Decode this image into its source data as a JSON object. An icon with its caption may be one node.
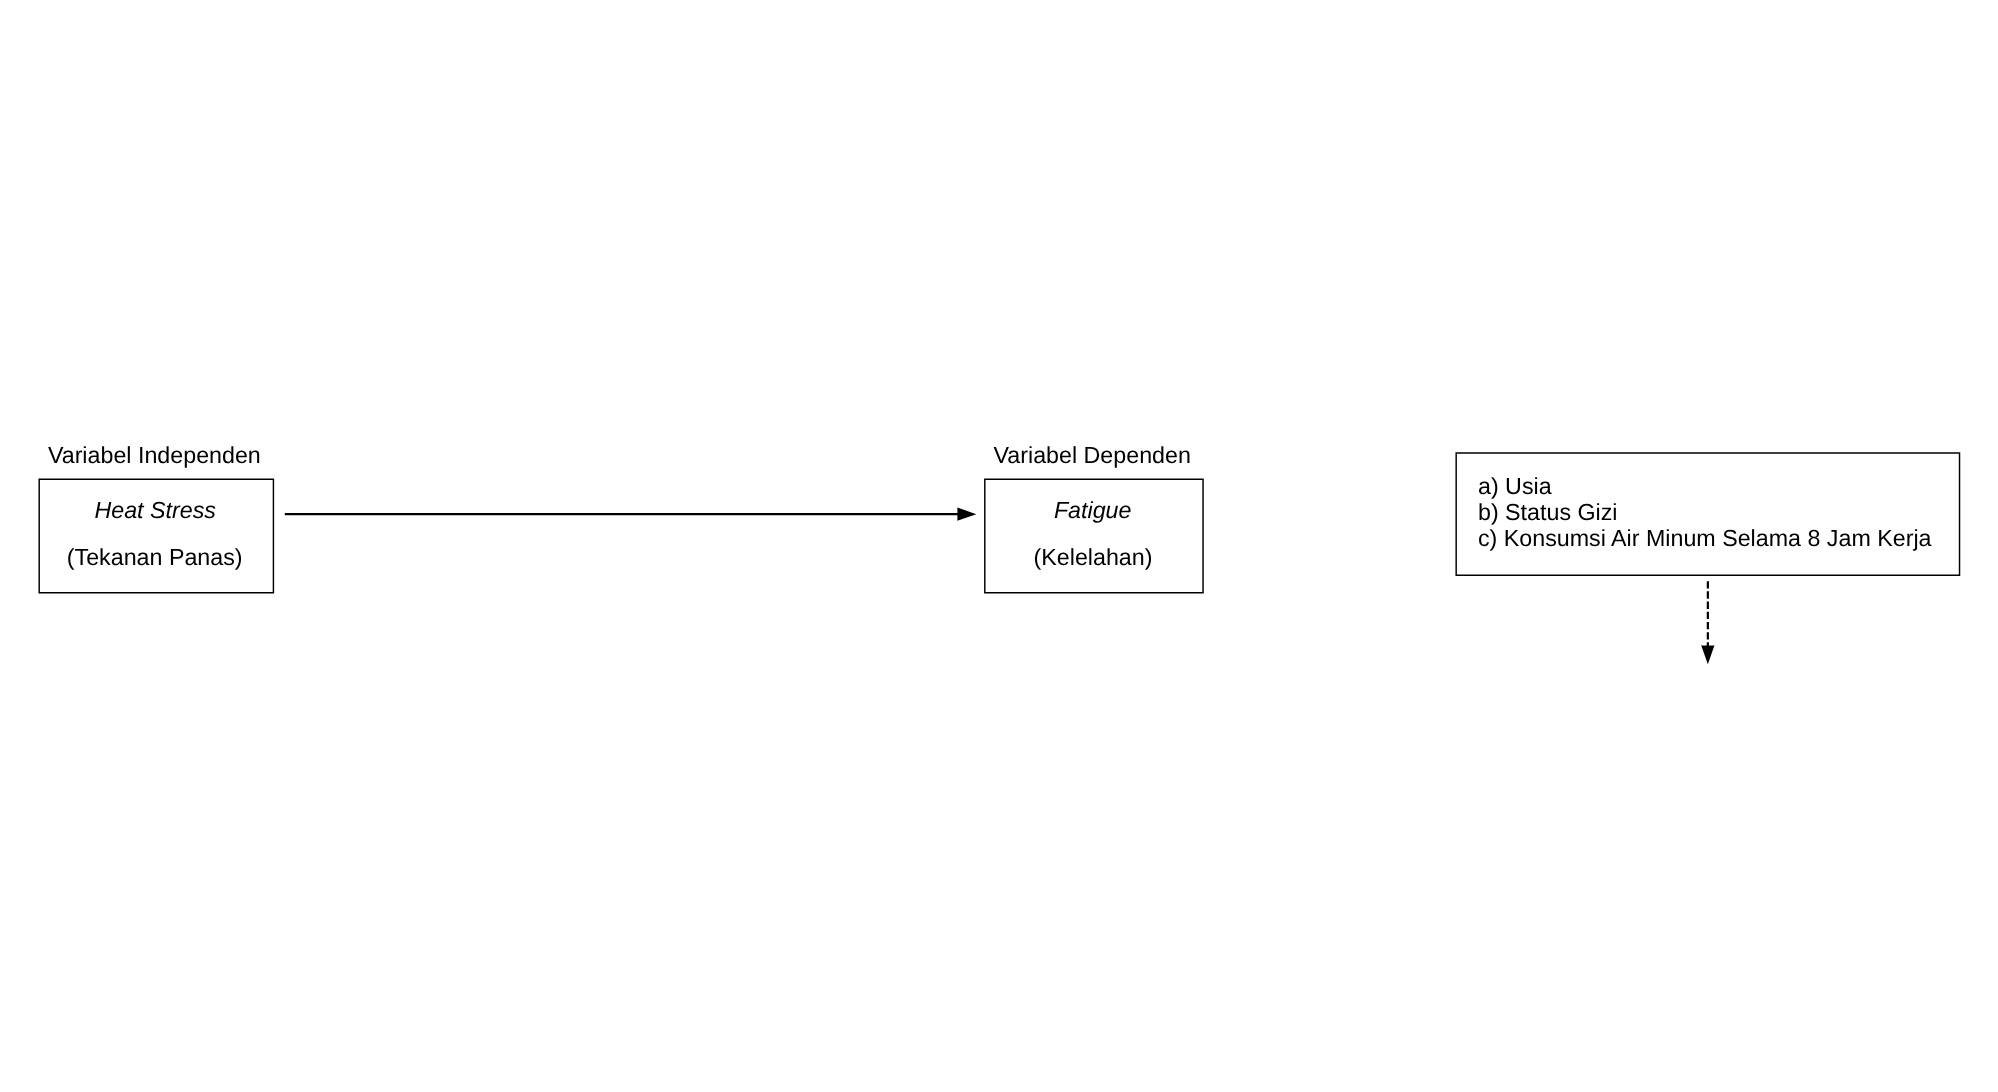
{
  "diagram": {
    "nodes": [
      {
        "text": [
          "Variabel Independen",
          "Heat Stress",
          "(Tekanan Panas)"
        ]
      },
      {
        "text": [
          "Variabel Dependen",
          "Fatigue",
          "(Kelelahan)"
        ]
      },
      {
        "text": [
          "a) Usia",
          "b) Status Gizi",
          "c) Konsumsi Air Minum Selama 8 Jam Kerja"
        ]
      }
    ],
    "edges": [
      {
        "from": 0,
        "to": 1,
        "arrow": "to"
      },
      {
        "from": 2,
        "to": null,
        "arrow": "to",
        "style": "dashed"
      }
    ]
  }
}
